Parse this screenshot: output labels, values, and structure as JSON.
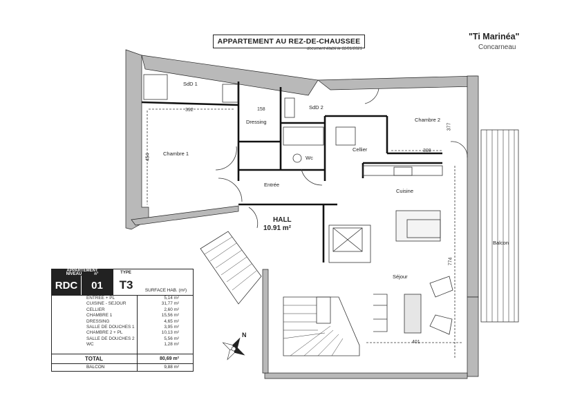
{
  "header": {
    "title": "APPARTEMENT AU REZ-DE-CHAUSSEE",
    "note": "document établi le 11/01/2021",
    "brand": "\"Ti Marinéa\"",
    "city": "Concarneau"
  },
  "rooms": {
    "sdb1": "SdD 1",
    "dressing": "Dressing",
    "sdb2": "SdD 2",
    "chambre2": "Chambre 2",
    "chambre1": "Chambre 1",
    "cellier": "Cellier",
    "wc": "Wc",
    "entree": "Entrée",
    "cuisine": "Cuisine",
    "hall_name": "HALL",
    "hall_area": "10.91 m²",
    "sejour": "Séjour",
    "balcon": "Balcon"
  },
  "dimensions": {
    "d_392": "392",
    "d_158": "158",
    "d_454": "454",
    "d_377": "377",
    "d_308": "308",
    "d_774": "774",
    "d_401": "401"
  },
  "table": {
    "h_niveau": "NIVEAU",
    "h_appartement": "APPARTEMENT",
    "h_no": "n°",
    "h_type": "TYPE",
    "niveau": "RDC",
    "numero": "01",
    "type": "T3",
    "surface_label": "SURFACE HAB. (m²)",
    "rows": [
      {
        "name": "ENTREE + PL",
        "value": "5,14 m²"
      },
      {
        "name": "CUISINE - SEJOUR",
        "value": "31,77 m²"
      },
      {
        "name": "CELLIER",
        "value": "2,60 m²"
      },
      {
        "name": "CHAMBRE 1",
        "value": "15,56 m²"
      },
      {
        "name": "DRESSING",
        "value": "4,65 m²"
      },
      {
        "name": "SALLE DE DOUCHES 1",
        "value": "3,95 m²"
      },
      {
        "name": "CHAMBRE 2 + PL",
        "value": "10,13 m²"
      },
      {
        "name": "SALLE DE DOUCHES 2",
        "value": "5,56 m²"
      },
      {
        "name": "WC",
        "value": "1,28 m²"
      }
    ],
    "total_label": "TOTAL",
    "total_value": "80,69 m²",
    "balcon_label": "BALCON",
    "balcon_value": "9,88 m²"
  },
  "compass": {
    "label": "N"
  }
}
